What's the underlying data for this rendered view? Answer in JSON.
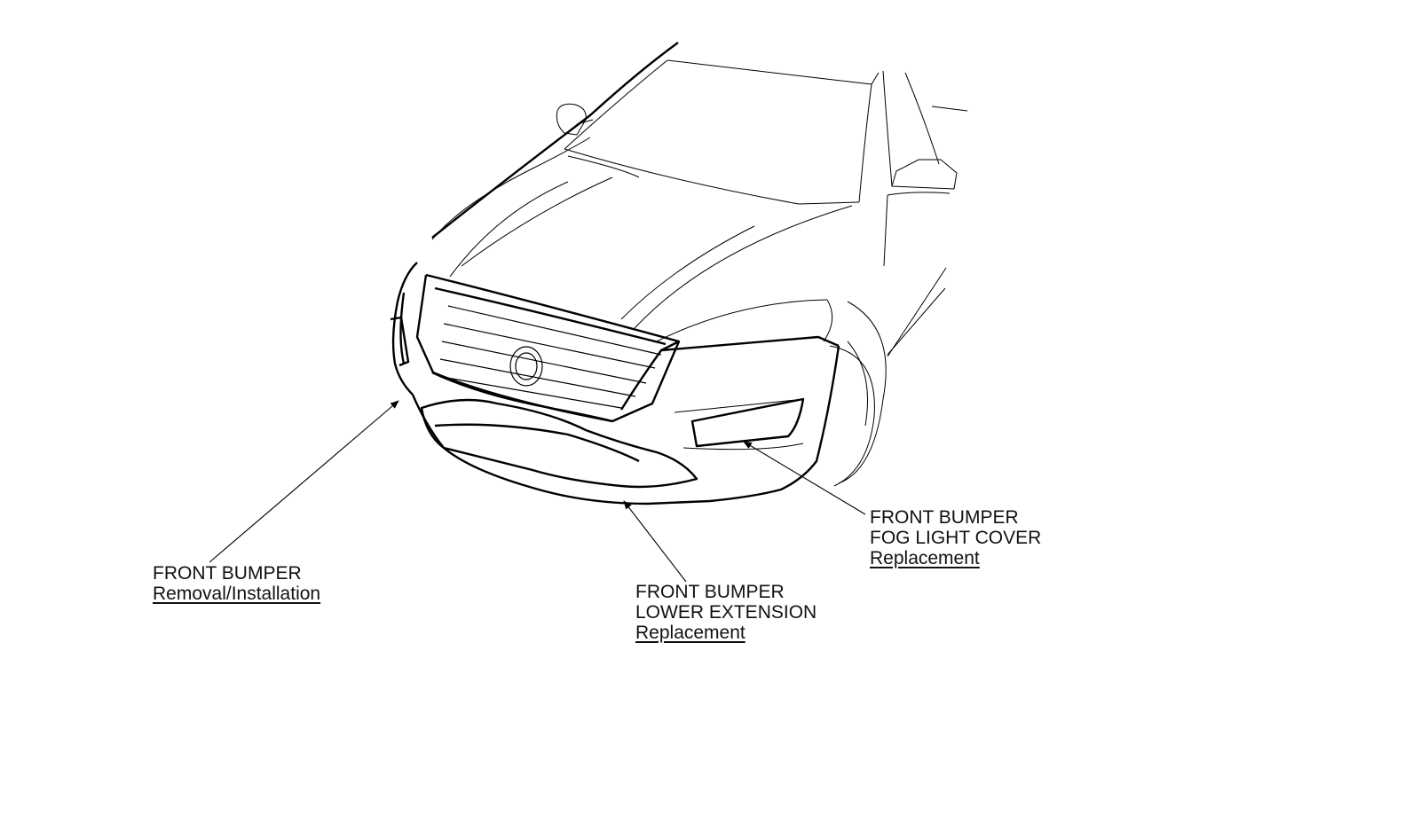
{
  "callouts": {
    "front_bumper": {
      "lines": [
        "FRONT BUMPER"
      ],
      "link": "Removal/Installation"
    },
    "lower_extension": {
      "lines": [
        "FRONT BUMPER",
        "LOWER EXTENSION"
      ],
      "link": "Replacement"
    },
    "fog_light_cover": {
      "lines": [
        "FRONT BUMPER",
        "FOG LIGHT COVER"
      ],
      "link": "Replacement"
    }
  },
  "colors": {
    "line_art": "#000000",
    "text": "#111111",
    "background": "#ffffff"
  }
}
